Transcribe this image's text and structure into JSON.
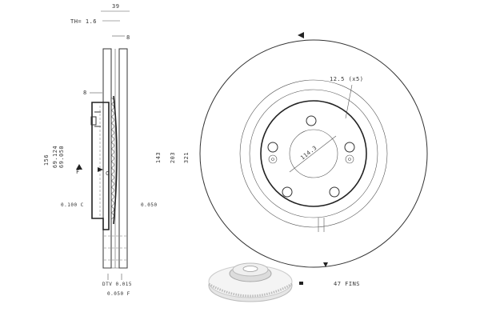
{
  "labels": {
    "top_width": "39",
    "thickness": "TH= 1.6",
    "top_mark": "8",
    "left_mark": "8",
    "dia_156": "156",
    "dia_69_124": "69.124",
    "dia_69_050": "69.050",
    "dia_143": "143",
    "dia_203": "203",
    "dia_321": "321",
    "ref_f": "F",
    "ref_c": "C",
    "tol_left": "0.100 C",
    "tol_right": "0.050",
    "tol_dtv": "DTV 0.015",
    "tol_flat": "0.050 F",
    "bolt_spec": "12.5 (x5)",
    "pcd": "114.3",
    "fins": "47 FINS"
  }
}
